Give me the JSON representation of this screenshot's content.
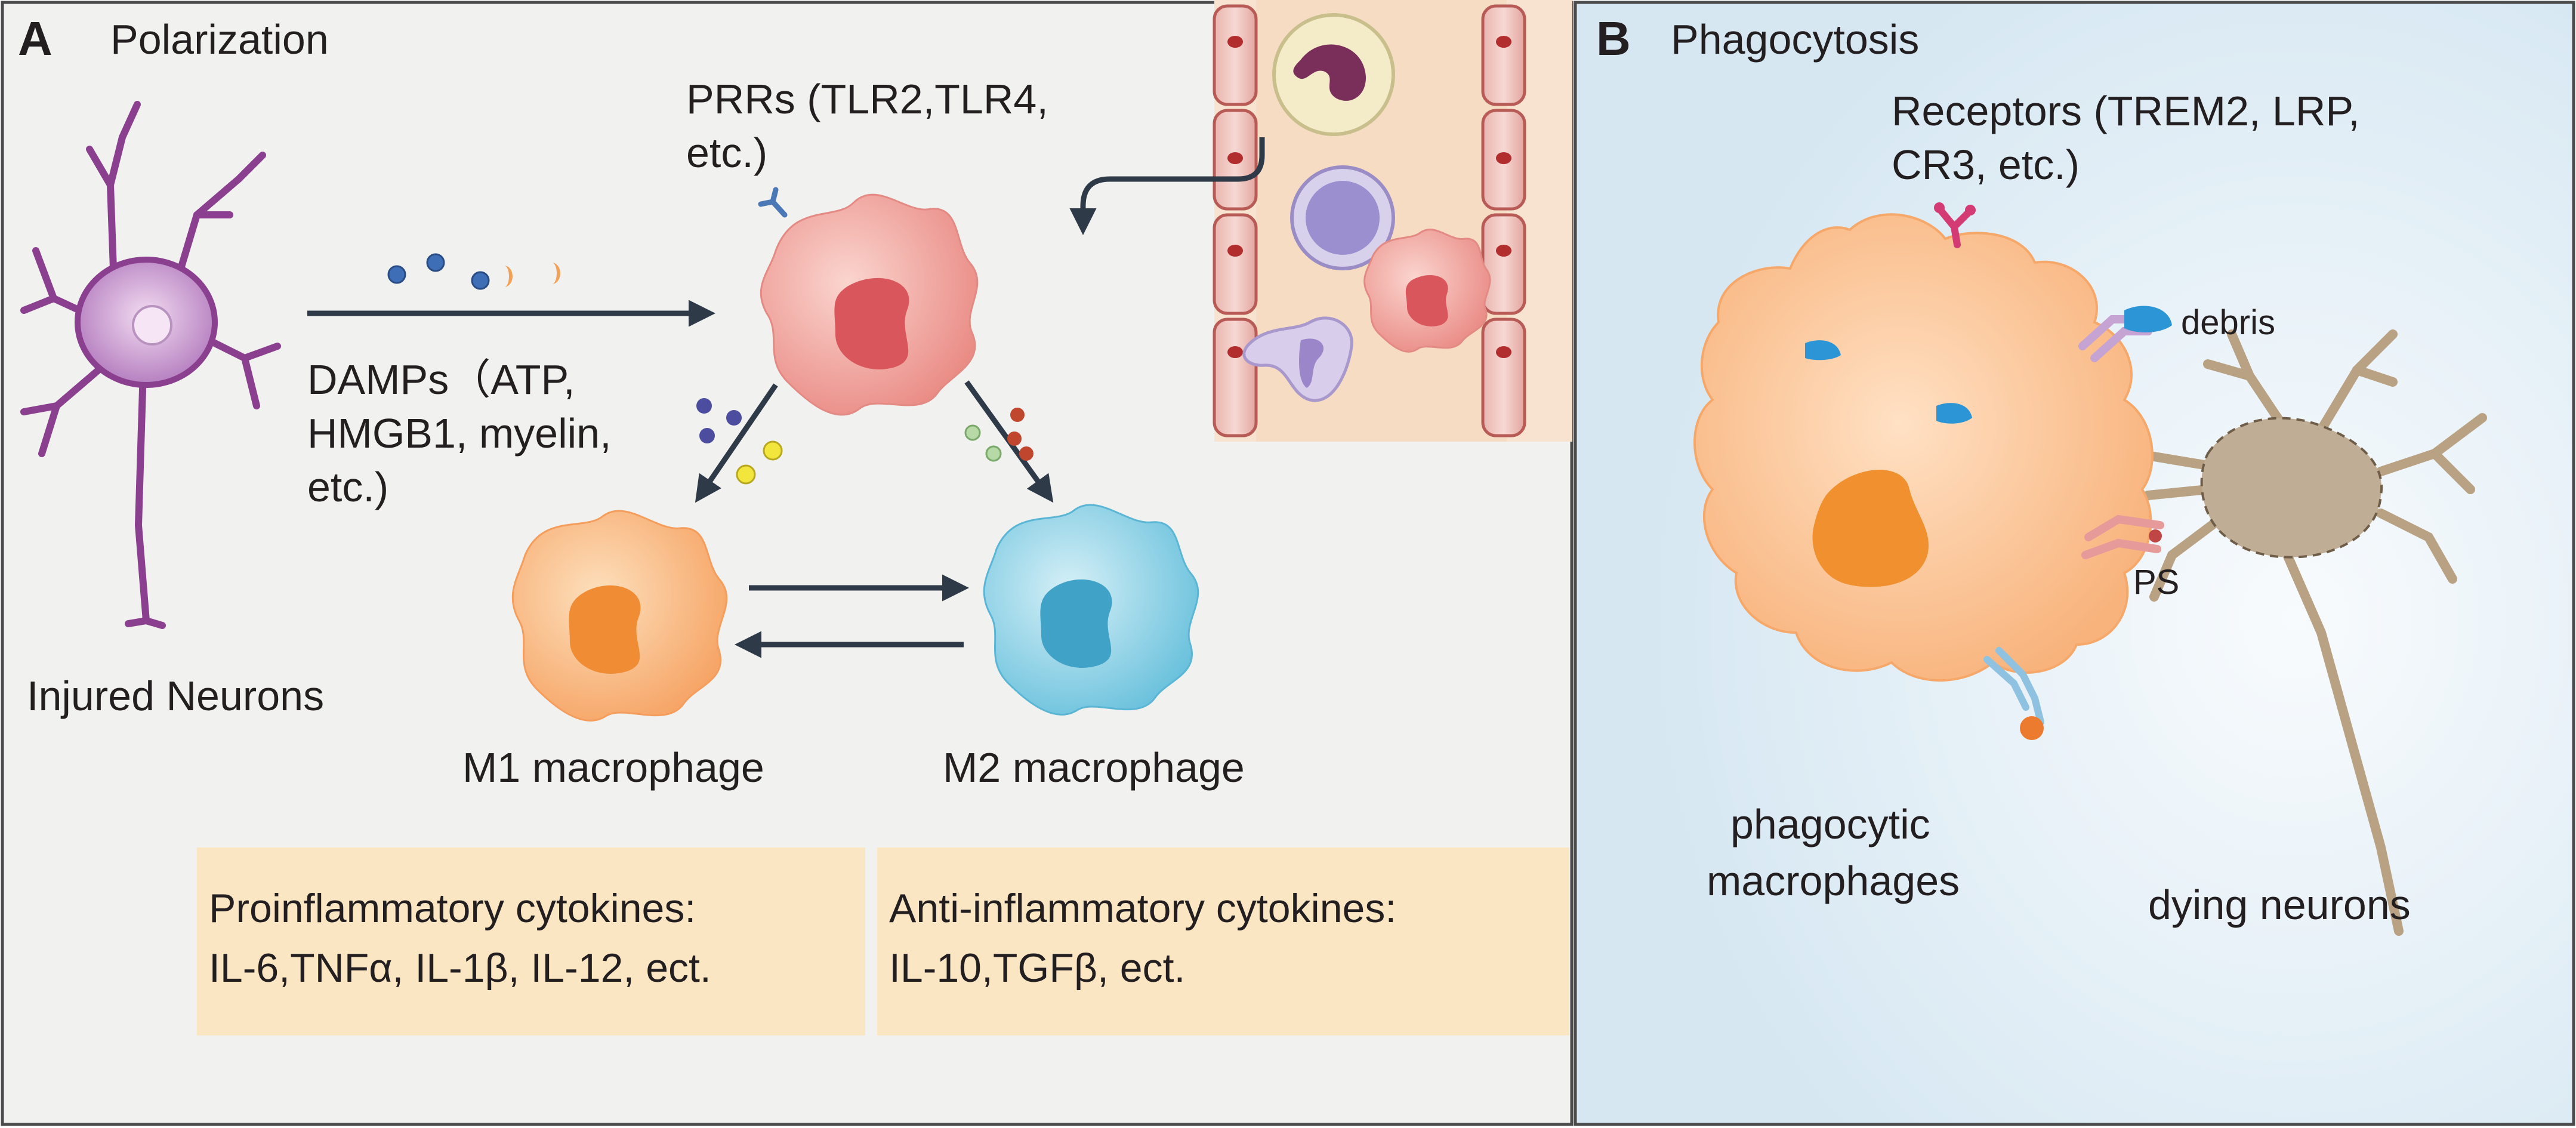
{
  "panel_a": {
    "letter": "A",
    "title": "Polarization",
    "injured_neurons": "Injured Neurons",
    "damps_lines": [
      "DAMPs（ATP,",
      "HMGB1, myelin,",
      "etc.)"
    ],
    "prrs_lines": [
      "PRRs (TLR2,TLR4,",
      "etc.)"
    ],
    "m1_label": "M1 macrophage",
    "m2_label": "M2 macrophage",
    "pro_lines": [
      "Proinflammatory cytokines:",
      "IL-6,TNFα, IL-1β, IL-12, ect."
    ],
    "anti_lines": [
      "Anti-inflammatory cytokines:",
      "IL-10,TGFβ, ect."
    ]
  },
  "panel_b": {
    "letter": "B",
    "title": "Phagocytosis",
    "receptors_lines": [
      "Receptors (TREM2, LRP,",
      "CR3, etc.)"
    ],
    "debris": "debris",
    "ps": "PS",
    "phago_lines": [
      "phagocytic",
      "macrophages"
    ],
    "dying": "dying neurons"
  },
  "colors": {
    "panel_a_bg": "#f1f1ef",
    "panel_b_bg": "#e1edf5",
    "cytokine_box": "#fbe6c4",
    "arrow": "#2f3a48",
    "m1_cell": "#f9b27a",
    "m2_cell": "#8dd0e6",
    "resting_cell": "#ef9b96",
    "neuron": "#8b3f8f",
    "dying_neuron": "#c0ad95",
    "vessel_wall": "#c9706c"
  }
}
